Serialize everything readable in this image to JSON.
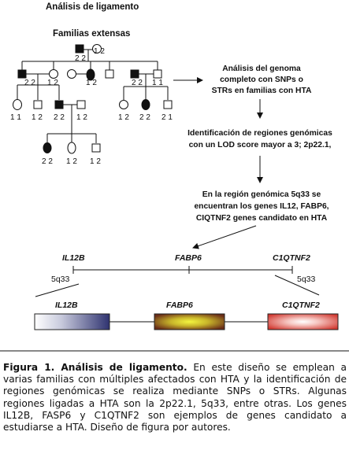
{
  "header": {
    "title": "Análisis de ligamento",
    "subtitle": "Familias extensas"
  },
  "pedigree": {
    "gen1_labels": [
      "2 2",
      "1 2"
    ],
    "gen2_labels": [
      "2 2",
      "1 2",
      "1 2",
      "2 2",
      "1 1"
    ],
    "gen3_labels": [
      "1 1",
      "1 2",
      "2 2",
      "1 2",
      "1 2",
      "2 2",
      "2 1"
    ],
    "gen4_labels": [
      "2 2",
      "1 2",
      "1 2"
    ]
  },
  "flow": {
    "step1": [
      "Análisis del genoma",
      "completo con SNPs o",
      "STRs en familias con HTA"
    ],
    "step2": [
      "Identificación de regiones genómicas",
      "con un LOD score mayor a 3; 2p22.1,"
    ],
    "step3": [
      "En la región genómica 5q33 se",
      "encuentran los genes IL12, FABP6,",
      "CIQTNF2 genes candidato en HTA"
    ]
  },
  "locus": {
    "gene_labels_top": [
      "IL12B",
      "FABP6",
      "C1QTNF2"
    ],
    "region_left": "5q33",
    "region_right": "5q33",
    "gene_labels_bottom": [
      "IL12B",
      "FABP6",
      "C1QTNF2"
    ]
  },
  "colors": {
    "il12b_dark": "#3b3f78",
    "fabp6_core": "#e8ea30",
    "c1qtnf2_edge": "#d8463c"
  },
  "caption": {
    "label": "Figura 1. Análisis de ligamento.",
    "text": " En este diseño se emplean a varias familias con múltiples afectados con HTA y la identificación de regiones genómicas se realiza mediante SNPs o STRs. Algunas regiones ligadas a HTA son la 2p22.1, 5q33, entre otras. Los genes IL12B, FASP6 y C1QTNF2 son ejemplos de genes candidato a estudiarse a HTA. Diseño de figura por autores."
  }
}
